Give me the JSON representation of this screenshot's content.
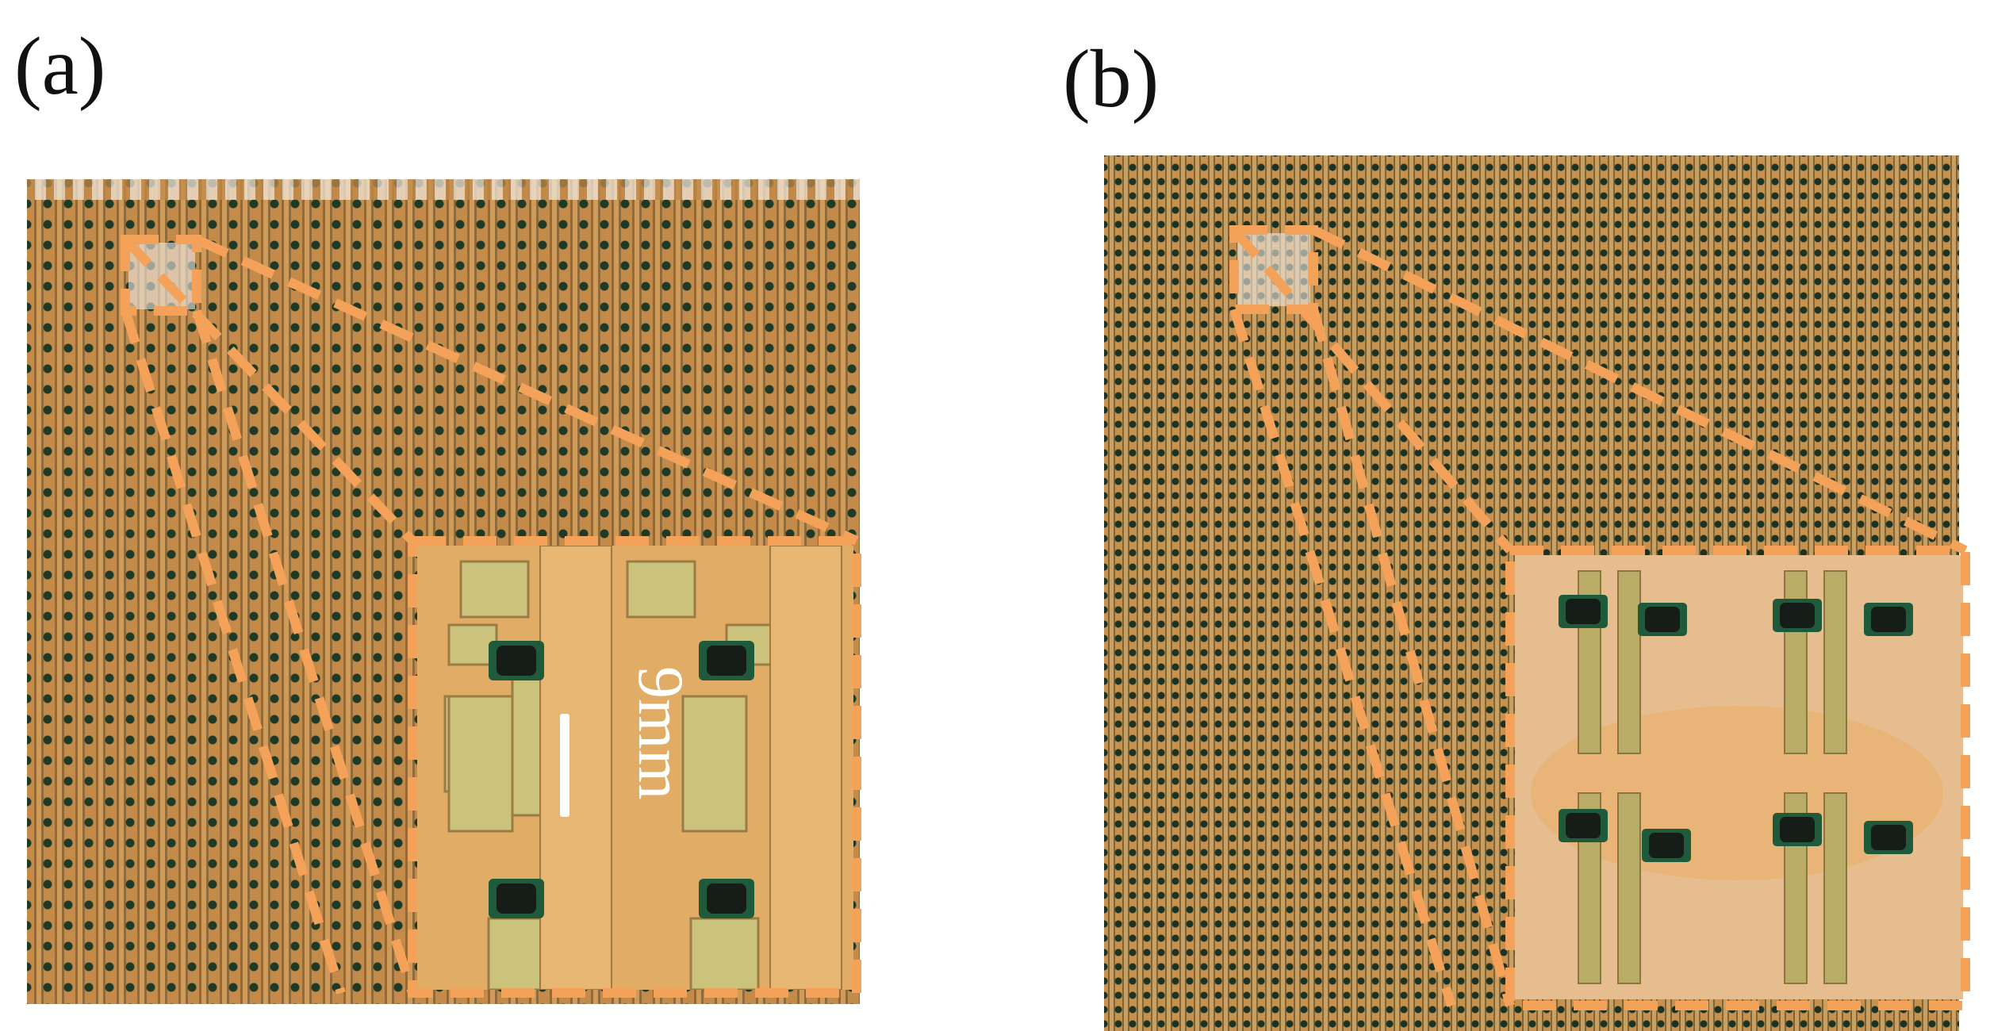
{
  "panels": [
    {
      "label": "(a)",
      "scale_text": "9mm"
    },
    {
      "label": "(b)"
    }
  ],
  "colors": {
    "highlight_dash": "#f4a15a",
    "board_copper": "#c48a4a",
    "substrate": "#c9c07a",
    "component": "#1d2a22"
  }
}
